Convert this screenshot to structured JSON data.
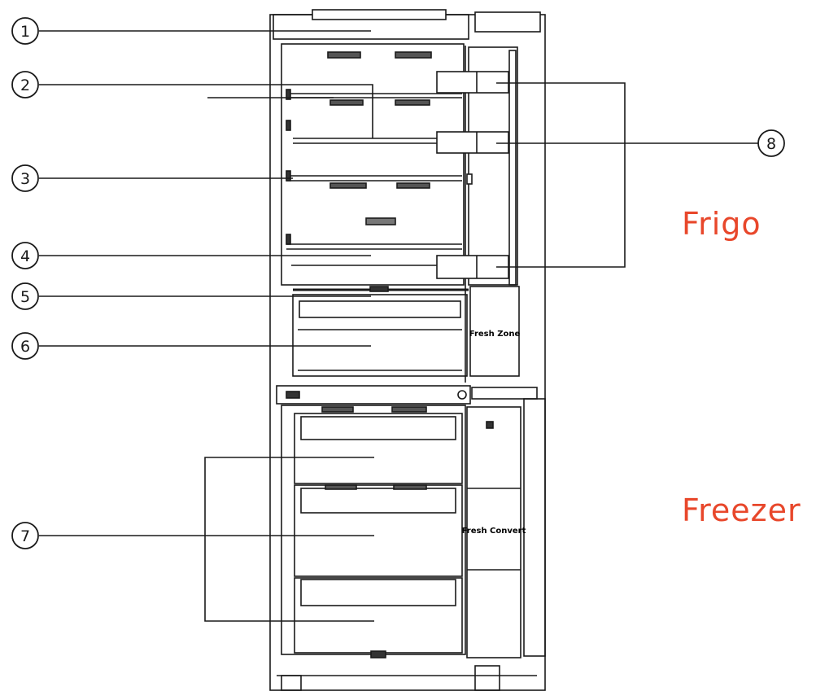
{
  "zones": {
    "fridge": "Frigo",
    "freezer": "Freezer"
  },
  "callouts": [
    "1",
    "2",
    "3",
    "4",
    "5",
    "6",
    "7",
    "8"
  ],
  "door_text": {
    "fresh_zone": "Fresh Zone",
    "fresh_convert": "Fresh Convert"
  },
  "colors": {
    "zone_label": "#e8472b",
    "line": "#1a1a1a",
    "fill_light": "#f2f2f2"
  }
}
